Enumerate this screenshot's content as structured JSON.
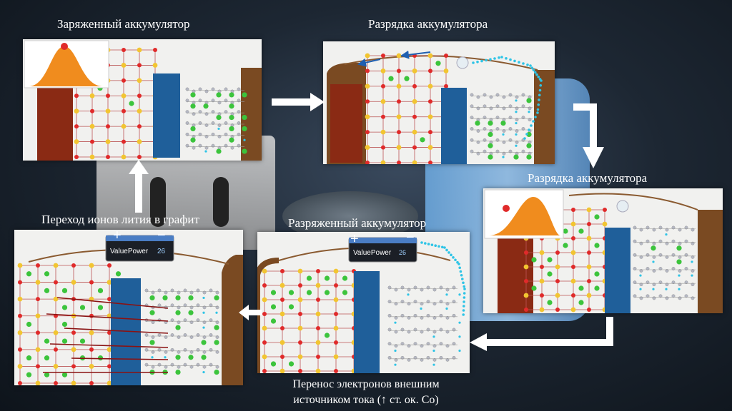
{
  "labels": {
    "charged": "Заряженный аккумулятор",
    "discharge_1": "Разрядка аккумулятора",
    "discharge_2": "Разрядка аккумулятора",
    "transfer_ions": "Переход ионов лития в графит",
    "discharged": "Разряженный аккумулятор",
    "electron_transfer_line1": "Перенос электронов внешним",
    "electron_transfer_line2": "источником тока (↑ ст. ок. Co)"
  },
  "battery": {
    "brand": "ValuePower",
    "plus": "+",
    "minus": "−",
    "capacity": "26"
  },
  "colors": {
    "lithium_ion": "#3cc43c",
    "oxygen": "#e02a2a",
    "cobalt": "#f2c531",
    "graphite": "#b5b8c4",
    "electron": "#2ec4e6",
    "separator": "#1f5f9a",
    "casing": "#7a4a22",
    "bell_curve": "#f08c1e",
    "arrow": "#ffffff"
  }
}
